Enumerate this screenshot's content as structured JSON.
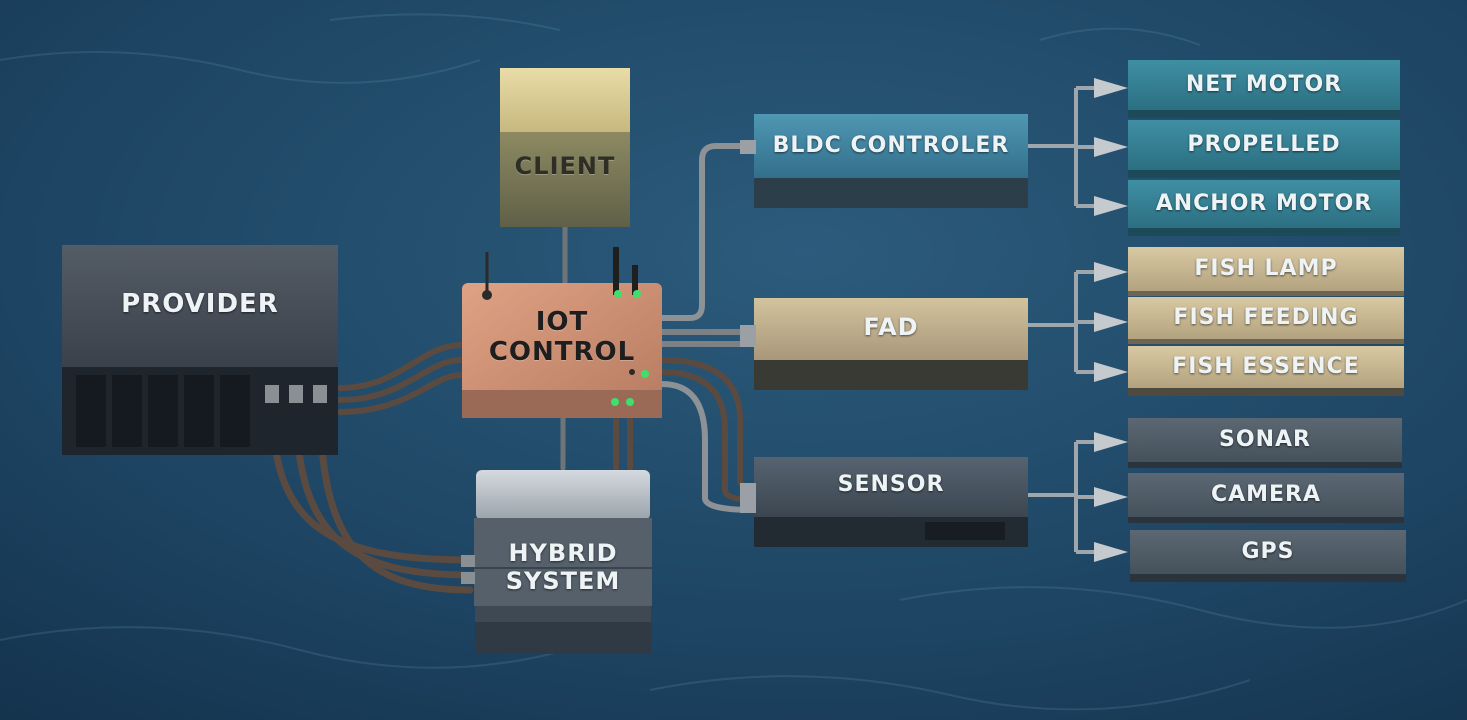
{
  "diagram": {
    "provider": "PROVIDER",
    "client": "CLIENT",
    "iot_control": "IOT CONTROL",
    "hybrid_system": "HYBRID SYSTEM",
    "bldc_controller": "BLDC CONTROLER",
    "fad": "FAD",
    "sensor": "SENSOR",
    "outputs": {
      "bldc": [
        "NET MOTOR",
        "PROPELLED",
        "ANCHOR MOTOR"
      ],
      "fad": [
        "FISH LAMP",
        "FISH FEEDING",
        "FISH ESSENCE"
      ],
      "sensor": [
        "SONAR",
        "CAMERA",
        "GPS"
      ]
    }
  },
  "colors": {
    "sea": "#1f4766",
    "provider": "#3f4650",
    "client": "#cfc08a",
    "iot_control": "#c98d70",
    "hybrid_system": "#aab3ba",
    "bldc": "#3b7f9b",
    "fad": "#c2b089",
    "sensor": "#47535d"
  }
}
